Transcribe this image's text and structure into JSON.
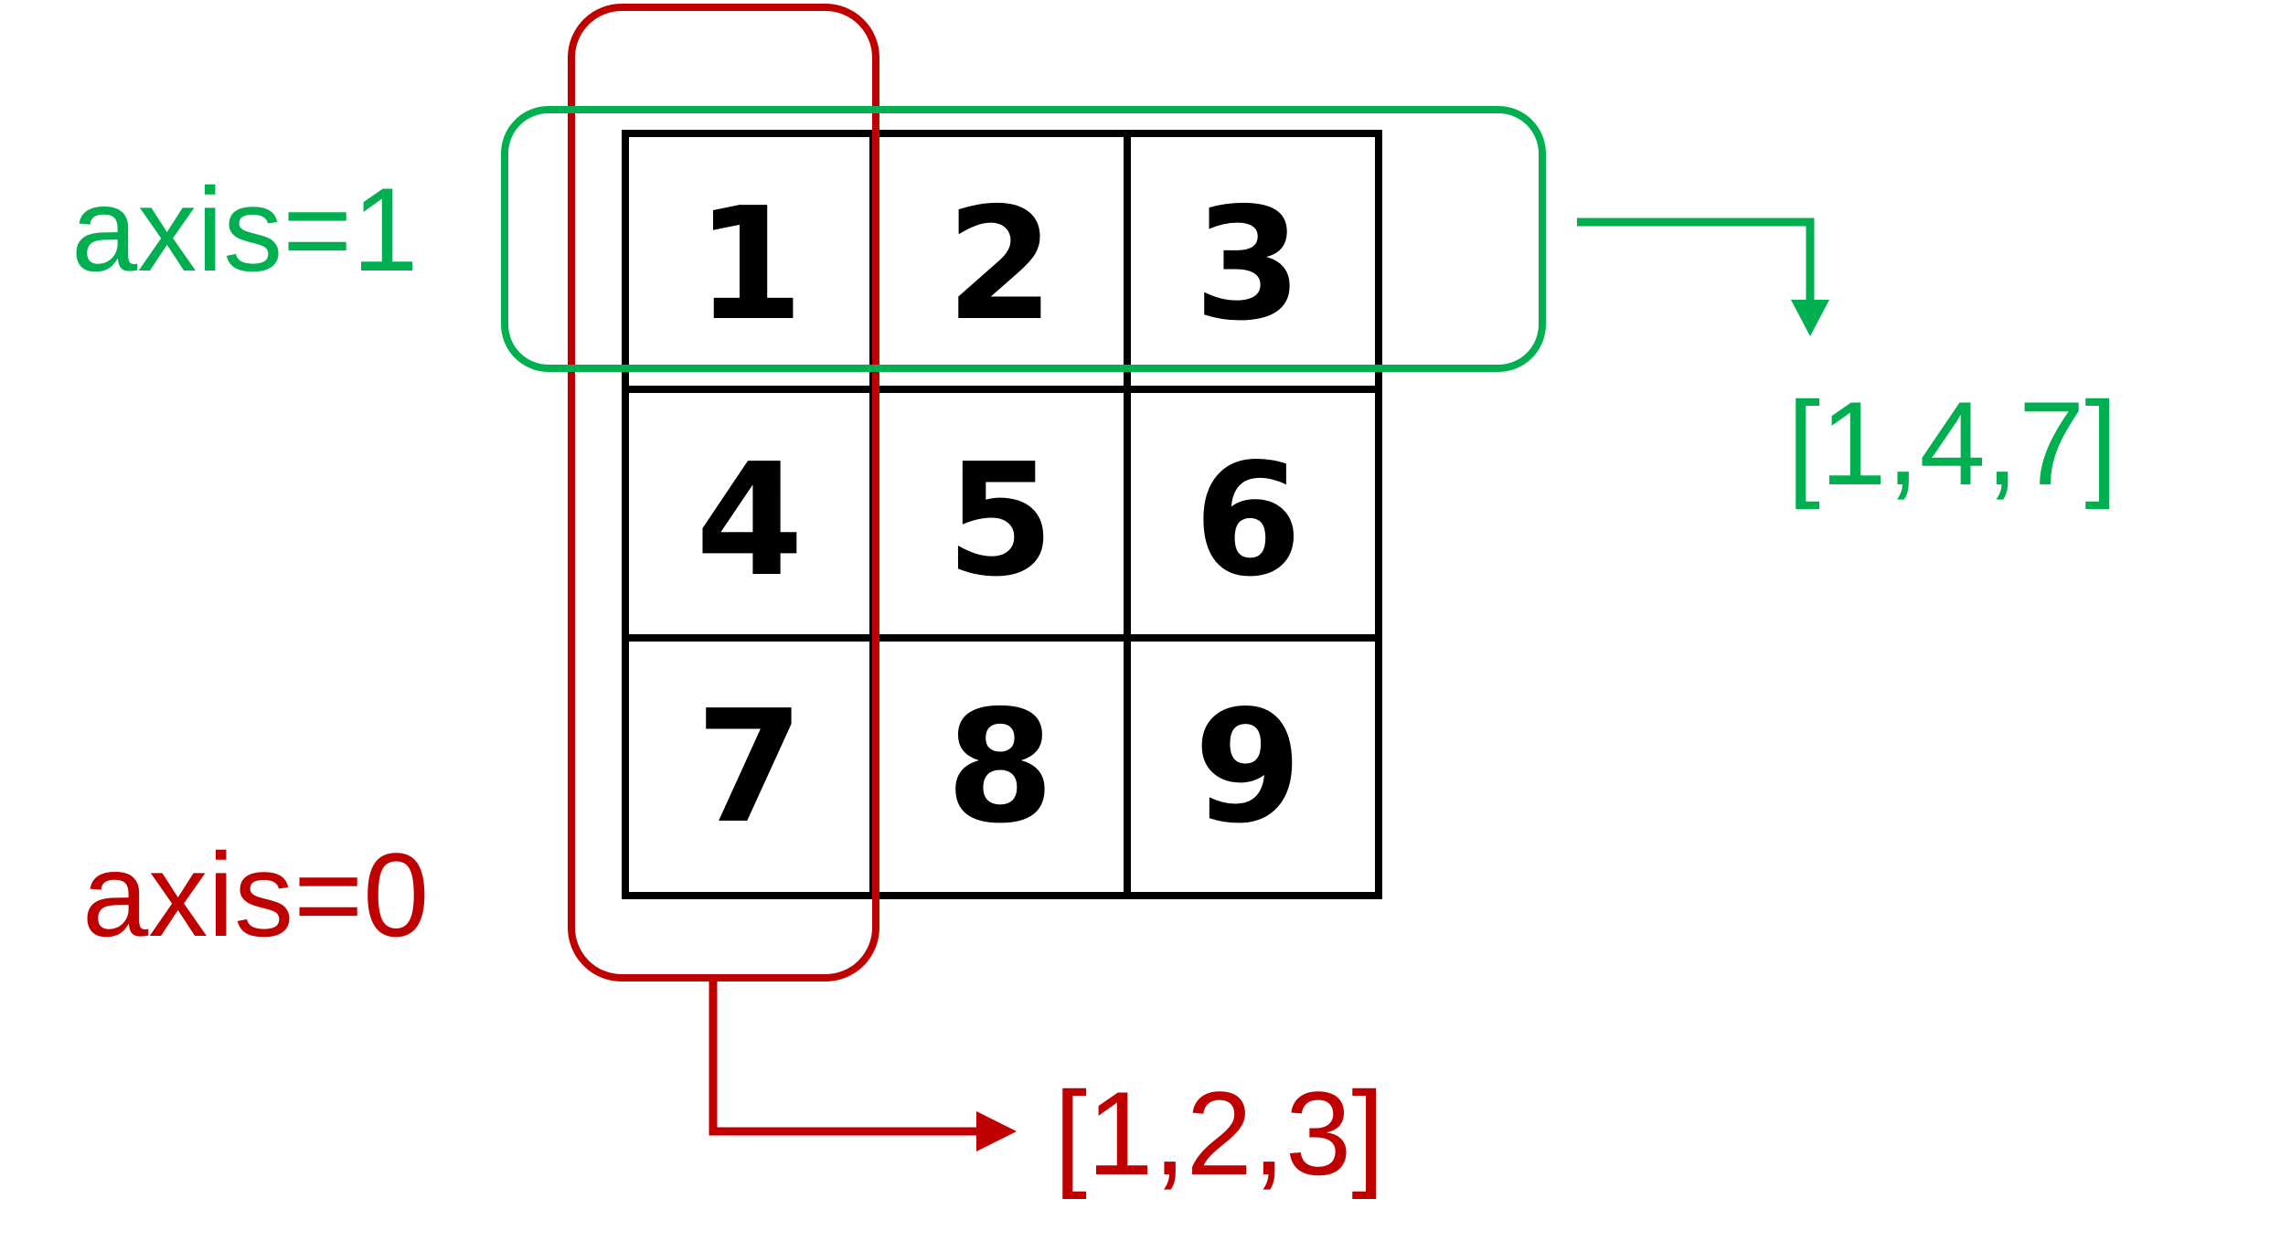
{
  "matrix": {
    "rows": [
      [
        "1",
        "2",
        "3"
      ],
      [
        "4",
        "5",
        "6"
      ],
      [
        "7",
        "8",
        "9"
      ]
    ]
  },
  "axis1": {
    "label": "axis=1",
    "result": "[1,4,7]",
    "color": "#00b050"
  },
  "axis0": {
    "label": "axis=0",
    "result": "[1,2,3]",
    "color": "#c00000"
  },
  "grid_color": "#000000",
  "background": "#ffffff"
}
